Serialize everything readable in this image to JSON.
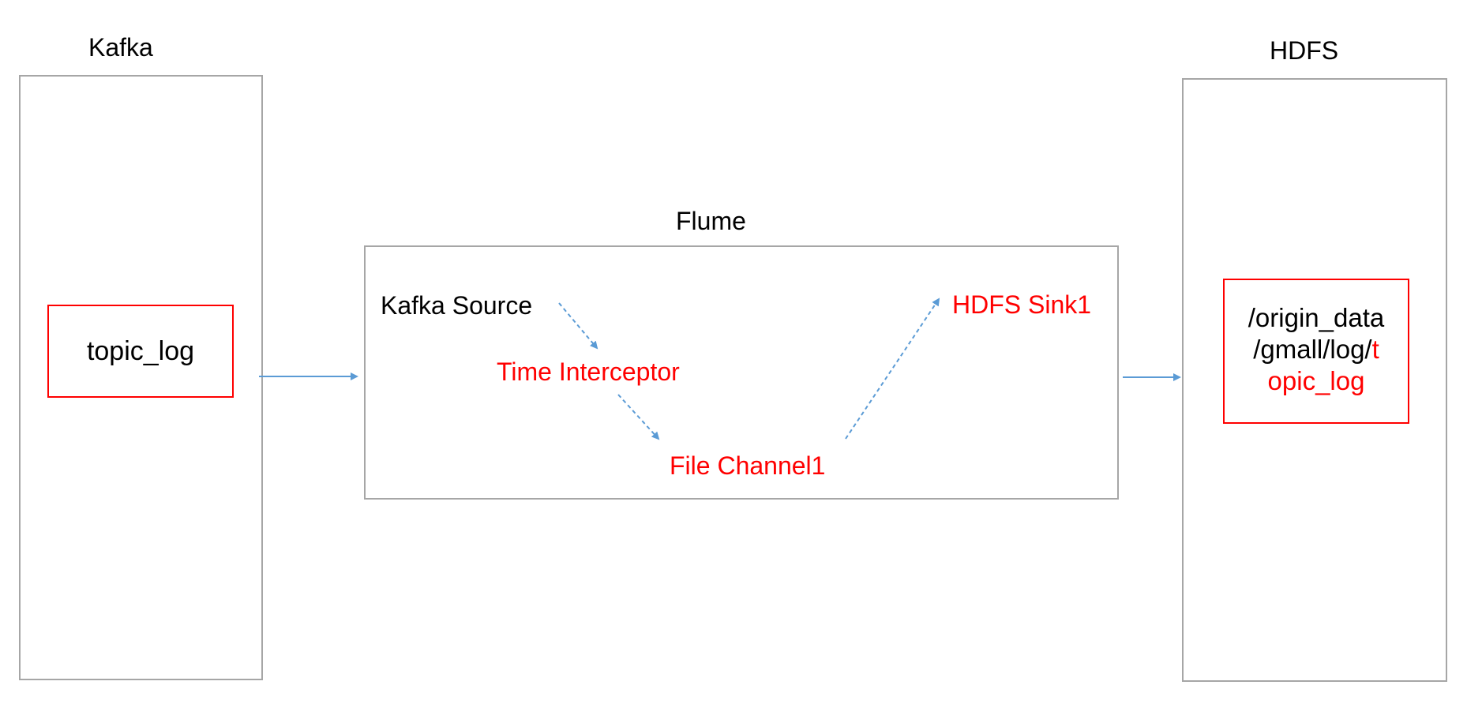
{
  "kafka": {
    "title": "Kafka",
    "topic": "topic_log"
  },
  "flume": {
    "title": "Flume",
    "source": "Kafka Source",
    "interceptor": "Time Interceptor",
    "channel": "File Channel1",
    "sink": "HDFS Sink1"
  },
  "hdfs": {
    "title": "HDFS",
    "path_line1": "/origin_data",
    "path_line2_black": "/gmall/log/",
    "path_line2_red": "t",
    "path_line3": "opic_log"
  },
  "colors": {
    "highlight": "#ff0000",
    "arrow": "#5b9bd5",
    "box_border": "#a6a6a6"
  }
}
